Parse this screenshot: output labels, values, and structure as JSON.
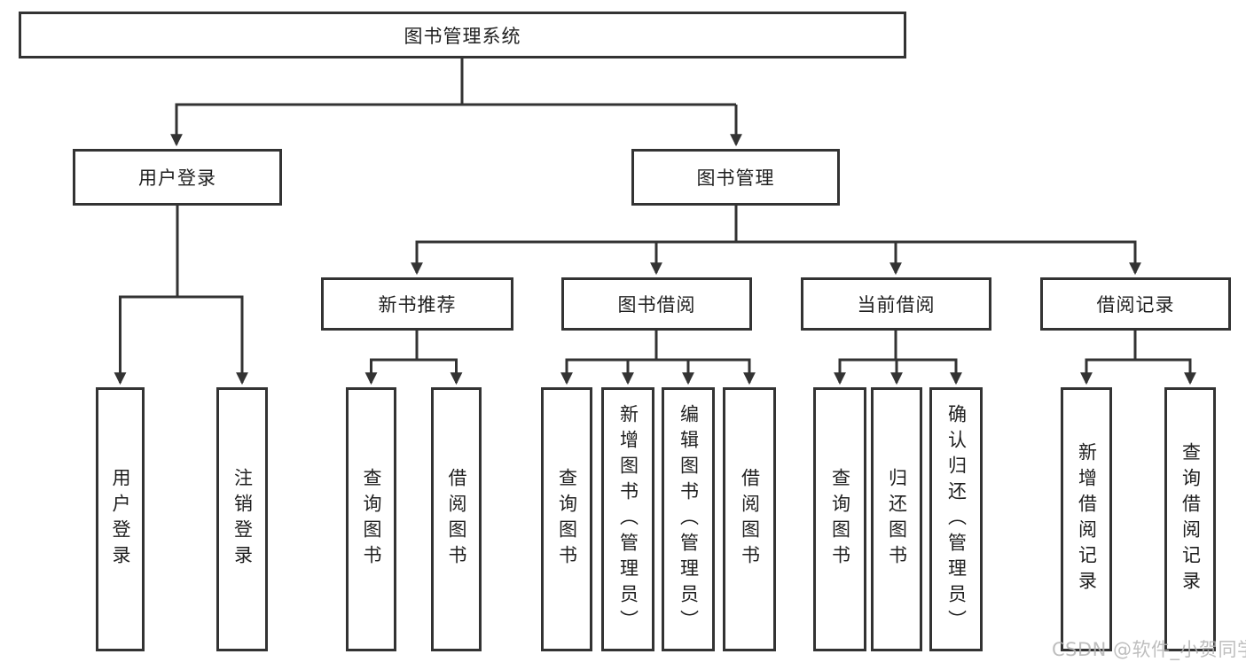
{
  "diagram": {
    "root": {
      "label": "图书管理系统"
    },
    "branches": [
      {
        "label": "用户登录",
        "children": [
          {
            "label": "用户登录"
          },
          {
            "label": "注销登录"
          }
        ]
      },
      {
        "label": "图书管理",
        "children": [
          {
            "label": "新书推荐",
            "children": [
              {
                "label": "查询图书"
              },
              {
                "label": "借阅图书"
              }
            ]
          },
          {
            "label": "图书借阅",
            "children": [
              {
                "label": "查询图书"
              },
              {
                "label": "新增图书（管理员）"
              },
              {
                "label": "编辑图书（管理员）"
              },
              {
                "label": "借阅图书"
              }
            ]
          },
          {
            "label": "当前借阅",
            "children": [
              {
                "label": "查询图书"
              },
              {
                "label": "归还图书"
              },
              {
                "label": "确认归还（管理员）"
              }
            ]
          },
          {
            "label": "借阅记录",
            "children": [
              {
                "label": "新增借阅记录"
              },
              {
                "label": "查询借阅记录"
              }
            ]
          }
        ]
      }
    ]
  },
  "watermark": "CSDN @软件_小贺同学",
  "colors": {
    "line": "#333333",
    "text": "#1f1f1f",
    "watermark": "#b3b3b3",
    "background": "#ffffff"
  }
}
